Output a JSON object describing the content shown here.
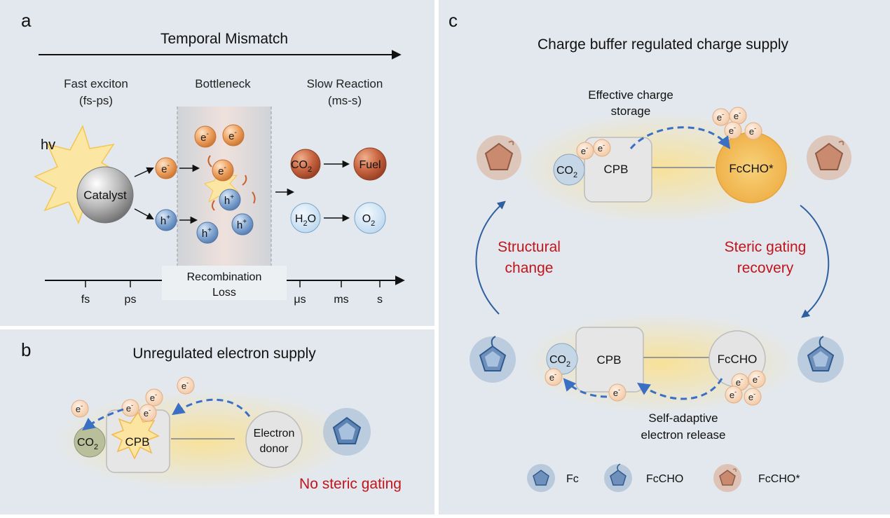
{
  "panel_a": {
    "label": "a",
    "title": "Temporal Mismatch",
    "col1": [
      "Fast exciton",
      "(fs-ps)"
    ],
    "col2": "Bottleneck",
    "col3": [
      "Slow Reaction",
      "(ms-s)"
    ],
    "hv": "hv",
    "catalyst": "Catalyst",
    "e": "e",
    "h": "h",
    "co2": "CO",
    "fuel": "Fuel",
    "h2o_h": "H",
    "h2o_o": "O",
    "o2": "O",
    "sub2": "2",
    "recomb": [
      "Recombination",
      "Loss"
    ],
    "ticks": [
      "fs",
      "ps",
      "μs",
      "ms",
      "s"
    ]
  },
  "panel_b": {
    "label": "b",
    "title": "Unregulated electron supply",
    "cpb": "CPB",
    "co2": "CO",
    "donor": [
      "Electron",
      "donor"
    ],
    "no_gating": "No steric gating"
  },
  "panel_c": {
    "label": "c",
    "title": "Charge buffer regulated charge supply",
    "storage": [
      "Effective charge",
      "storage"
    ],
    "cpb": "CPB",
    "co2": "CO",
    "fccho_star": "FcCHO*",
    "fccho": "FcCHO",
    "structural": [
      "Structural",
      "change"
    ],
    "steric_recovery": [
      "Steric gating",
      "recovery"
    ],
    "release": [
      "Self-adaptive",
      "electron release"
    ],
    "legend": [
      "Fc",
      "FcCHO",
      "FcCHO*"
    ]
  },
  "colors": {
    "panel_bg": "#e4e9ef",
    "red_text": "#c0151b",
    "blue_arrow": "#3a6fc4",
    "orange_ball": "#e89a5a",
    "blue_ball": "#7ba2cf"
  }
}
